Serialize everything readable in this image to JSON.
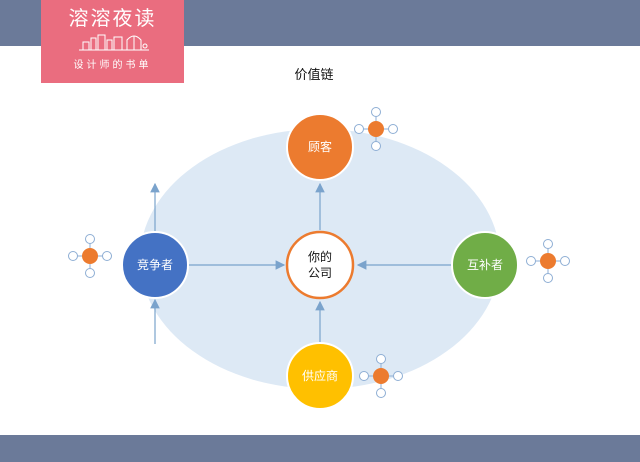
{
  "logo": {
    "title": "溶溶夜读",
    "subtitle": "设计师的书单"
  },
  "diagram": {
    "title": "价值链",
    "nodes": {
      "center": "你的公司",
      "top": "顾客",
      "left": "竞争者",
      "right": "互补者",
      "bottom": "供应商"
    }
  },
  "colors": {
    "bar": "#6b7a99",
    "logo": "#ea6d7f",
    "ellipse": "#dde9f5",
    "arrow": "#7aa3cc",
    "top_node": "#ec7b2f",
    "left_node": "#4472c4",
    "right_node": "#70ad47",
    "bottom_node": "#ffc000",
    "center_ring": "#ec7b2f",
    "molecule_hub": "#ec7b2f",
    "molecule_leaf": "#8eaed4"
  }
}
